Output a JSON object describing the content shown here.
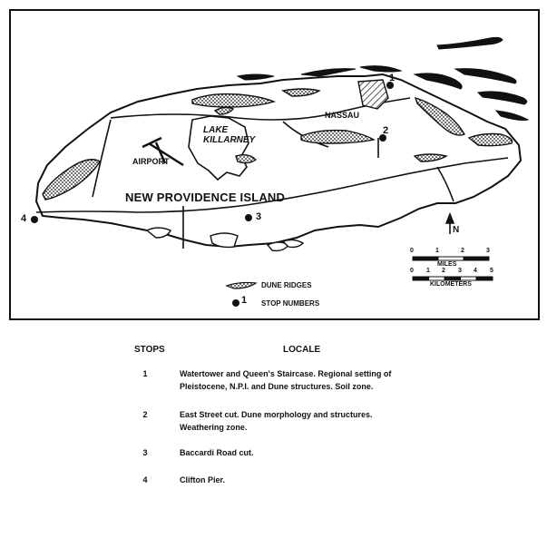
{
  "map": {
    "labels": {
      "lake_line1": "LAKE",
      "lake_line2": "KILLARNEY",
      "airport": "AIRPORT",
      "nassau": "NASSAU",
      "island": "NEW PROVIDENCE ISLAND",
      "north": "N"
    },
    "stop_markers": [
      "1",
      "2",
      "3",
      "4"
    ],
    "legend": {
      "dune_ridges": "DUNE RIDGES",
      "stop_numbers": "STOP NUMBERS",
      "stop_symbol": "1"
    },
    "scale_miles": {
      "title": "MILES",
      "ticks": [
        "0",
        "1",
        "2",
        "3"
      ]
    },
    "scale_km": {
      "title": "KILOMETERS",
      "ticks": [
        "0",
        "1",
        "2",
        "3",
        "4",
        "5"
      ]
    }
  },
  "table": {
    "header_stops": "STOPS",
    "header_locale": "LOCALE",
    "rows": [
      {
        "stop": "1",
        "lines": [
          "Watertower and Queen's Staircase.  Regional setting of",
          "Pleistocene, N.P.I. and Dune structures.  Soil zone."
        ]
      },
      {
        "stop": "2",
        "lines": [
          "East Street cut.  Dune morphology and structures.",
          "Weathering zone."
        ]
      },
      {
        "stop": "3",
        "lines": [
          "Baccardi Road cut."
        ]
      },
      {
        "stop": "4",
        "lines": [
          "Clifton Pier."
        ]
      }
    ]
  }
}
